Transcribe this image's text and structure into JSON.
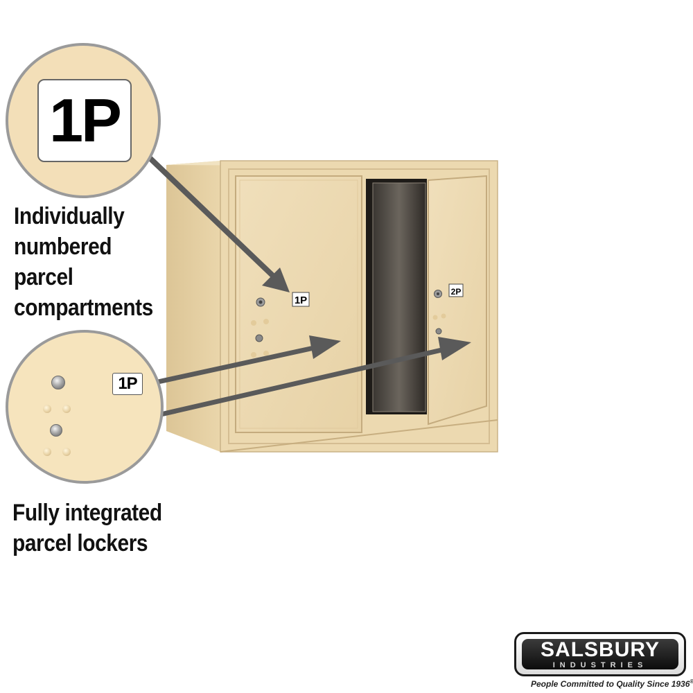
{
  "callouts": {
    "numbered": {
      "label_lines": [
        "Individually",
        "numbered",
        "parcel",
        "compartments"
      ],
      "badge": "1P"
    },
    "lockers": {
      "label_lines": [
        "Fully integrated",
        "parcel lockers"
      ],
      "badge": "1P"
    }
  },
  "product": {
    "door_labels": [
      "1P",
      "2P"
    ]
  },
  "brand": {
    "name": "SALSBURY",
    "sub": "INDUSTRIES",
    "tagline": "People Committed to Quality Since 1936",
    "registered_mark": "®"
  },
  "colors": {
    "sand": "#ecd9b0",
    "arrow": "#5a5a5a",
    "circle_border": "#9a9a9a"
  }
}
